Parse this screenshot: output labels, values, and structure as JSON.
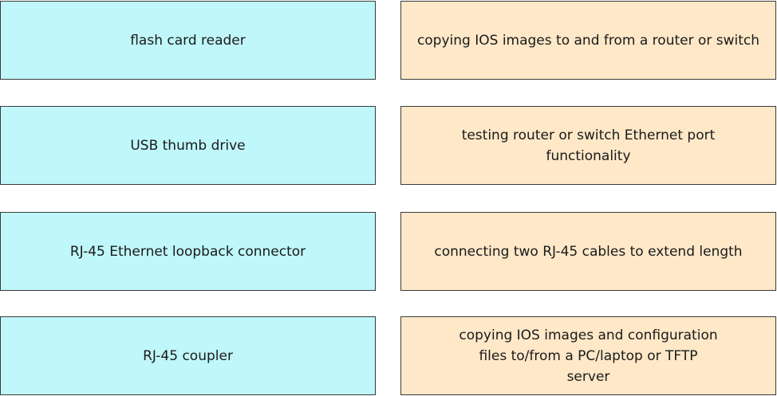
{
  "devices": [
    "flash card reader",
    "USB thumb drive",
    "RJ-45 Ethernet loopback connector",
    "RJ-45 coupler"
  ],
  "uses": [
    "copying IOS images to and from a router or switch",
    "testing router or switch Ethernet port functionality",
    "connecting two RJ-45 cables to extend length",
    "copying IOS images and configuration files to/from a PC/laptop or TFTP server"
  ],
  "colors": {
    "device_box": "#bff7fb",
    "use_box": "#fee8c8",
    "border": "#3b3b3b"
  }
}
